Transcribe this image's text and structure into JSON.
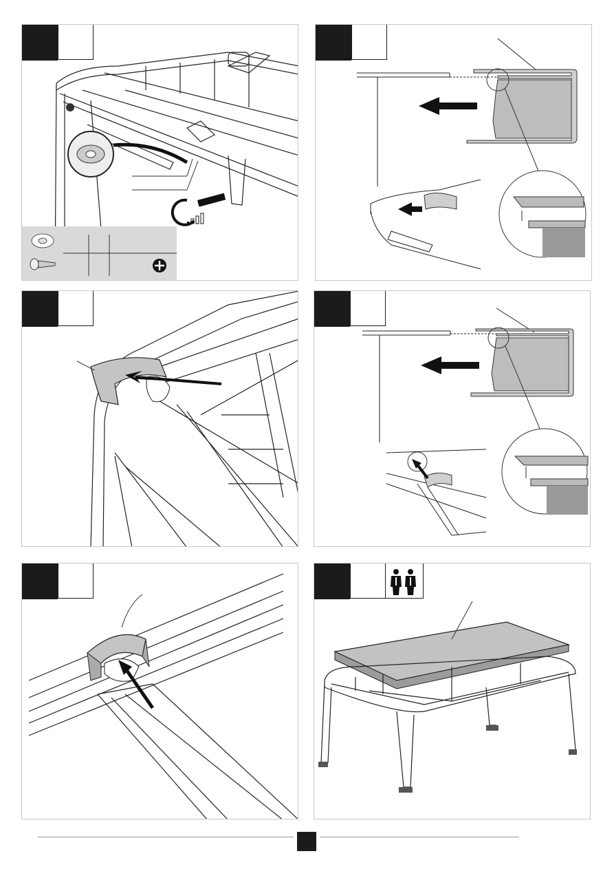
{
  "page": {
    "width": 893,
    "height": 1263
  },
  "steps": [
    {
      "id": "step-1",
      "has_parts_table": true,
      "parts": [
        "washer-icon",
        "screw-icon"
      ],
      "tool": "phillips-screwdriver-icon"
    },
    {
      "id": "step-2",
      "arrow_direction": "left"
    },
    {
      "id": "step-3",
      "arrow_direction": "up-left"
    },
    {
      "id": "step-4",
      "arrow_direction": "left"
    },
    {
      "id": "step-5",
      "arrow_direction": "up-left"
    },
    {
      "id": "step-6",
      "persons_required": 2,
      "persons_icon": "two-persons-icon"
    }
  ],
  "colors": {
    "panel_border": "#c8c8c8",
    "step_box": "#1b1b1b",
    "part_fill": "#b9b9b9",
    "parts_table_bg": "#d9d9d9"
  }
}
